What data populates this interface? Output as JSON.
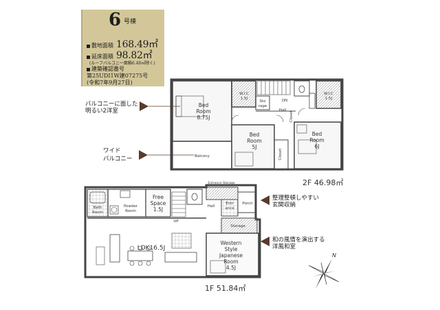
{
  "info": {
    "building_num": "6",
    "building_suffix": "号棟",
    "site_area_label": "敷地面積",
    "site_area_value": "168.49㎡",
    "floor_area_label": "延床面積",
    "floor_area_value": "98.82㎡",
    "roof_balcony_note": "(ルーフバルコニー面積6.48㎡除く)",
    "confirm_label": "建築確認番号",
    "confirm_number": "第25UDI1W建07275号",
    "confirm_date": "(令和7年9月27日)"
  },
  "callouts": {
    "balcony_bedroom_1": "バルコニーに面した",
    "balcony_bedroom_2": "明るい2洋室",
    "wide_balcony_1": "ワイド",
    "wide_balcony_2": "バルコニー",
    "entrance_storage_1": "整理整頓しやすい",
    "entrance_storage_2": "玄関収納",
    "western_japanese_1": "和の風情を演出する",
    "western_japanese_2": "洋風和室"
  },
  "second_floor": {
    "area_label": "2F 46.98㎡",
    "rooms": {
      "bed_left_1": "Bed",
      "bed_left_2": "Room",
      "bed_left_3": "8.75J",
      "bed_mid_1": "Bed",
      "bed_mid_2": "Room",
      "bed_mid_3": "5J",
      "bed_right_1": "Bed",
      "bed_right_2": "Room",
      "bed_right_3": "6J",
      "wic_left_1": "W.I.C",
      "wic_left_2": "1.5J",
      "wic_right_1": "W.I.C",
      "wic_right_2": "1.5J",
      "sto_1": "Sto",
      "sto_2": "rage",
      "dn": "DN",
      "hall": "Hall",
      "closet": "Closet",
      "closet2": "Closet",
      "balcony": "Balcony"
    }
  },
  "first_floor": {
    "area_label": "1F 51.84㎡",
    "rooms": {
      "entrance_storage": "Entrance Storage",
      "bath_1": "Bath",
      "bath_2": "Room",
      "powder_1": "Powder",
      "powder_2": "Room",
      "free_1": "Free",
      "free_2": "Space",
      "free_3": "1.5J",
      "hall": "Hall",
      "porch": "Porch",
      "entrance_1": "Entr",
      "entrance_2": "ance",
      "up": "UP",
      "storage": "Storage",
      "ldk": "LDK16.5J",
      "western_1": "Western",
      "western_2": "Style",
      "western_3": "Japanese",
      "western_4": "Room",
      "western_5": "4.5J"
    }
  },
  "compass": {
    "label": "N"
  }
}
